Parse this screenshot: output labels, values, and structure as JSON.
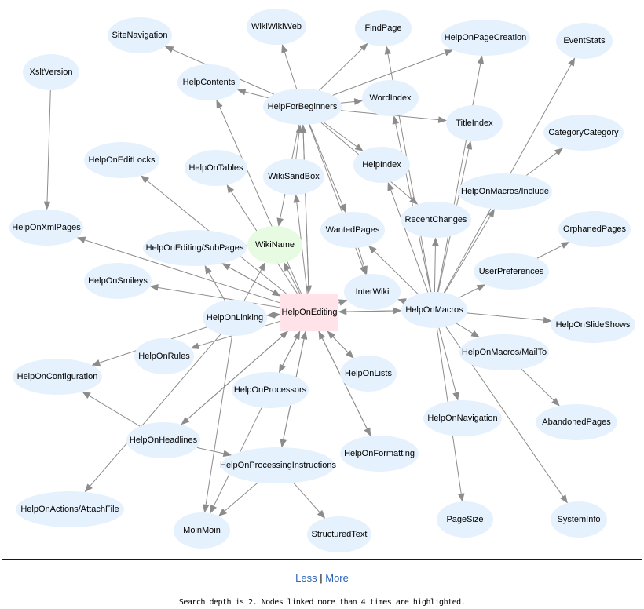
{
  "graph": {
    "highlight_color": "#ffe3e8",
    "center_color": "#ffe3e8",
    "visited_color": "#e7fbe2",
    "node_color": "#e5f1fd",
    "edge_color": "#8c8c8c",
    "border_color": "#0000cc",
    "nodes": [
      {
        "id": "HelpOnEditing",
        "label": "HelpOnEditing",
        "kind": "highlighted"
      },
      {
        "id": "WikiName",
        "label": "WikiName",
        "kind": "visited"
      },
      {
        "id": "SiteNavigation",
        "label": "SiteNavigation",
        "kind": "normal"
      },
      {
        "id": "WikiWikiWeb",
        "label": "WikiWikiWeb",
        "kind": "normal"
      },
      {
        "id": "FindPage",
        "label": "FindPage",
        "kind": "normal"
      },
      {
        "id": "HelpOnPageCreation",
        "label": "HelpOnPageCreation",
        "kind": "normal"
      },
      {
        "id": "EventStats",
        "label": "EventStats",
        "kind": "normal"
      },
      {
        "id": "XsltVersion",
        "label": "XsltVersion",
        "kind": "normal"
      },
      {
        "id": "HelpContents",
        "label": "HelpContents",
        "kind": "normal"
      },
      {
        "id": "HelpForBeginners",
        "label": "HelpForBeginners",
        "kind": "normal"
      },
      {
        "id": "WordIndex",
        "label": "WordIndex",
        "kind": "normal"
      },
      {
        "id": "TitleIndex",
        "label": "TitleIndex",
        "kind": "normal"
      },
      {
        "id": "CategoryCategory",
        "label": "CategoryCategory",
        "kind": "normal"
      },
      {
        "id": "HelpOnEditLocks",
        "label": "HelpOnEditLocks",
        "kind": "normal"
      },
      {
        "id": "HelpOnTables",
        "label": "HelpOnTables",
        "kind": "normal"
      },
      {
        "id": "WikiSandBox",
        "label": "WikiSandBox",
        "kind": "normal"
      },
      {
        "id": "HelpIndex",
        "label": "HelpIndex",
        "kind": "normal"
      },
      {
        "id": "HelpOnMacros/Include",
        "label": "HelpOnMacros/Include",
        "kind": "normal"
      },
      {
        "id": "HelpOnXmlPages",
        "label": "HelpOnXmlPages",
        "kind": "normal"
      },
      {
        "id": "HelpOnEditing/SubPages",
        "label": "HelpOnEditing/SubPages",
        "kind": "normal"
      },
      {
        "id": "WantedPages",
        "label": "WantedPages",
        "kind": "normal"
      },
      {
        "id": "RecentChanges",
        "label": "RecentChanges",
        "kind": "normal"
      },
      {
        "id": "OrphanedPages",
        "label": "OrphanedPages",
        "kind": "normal"
      },
      {
        "id": "HelpOnSmileys",
        "label": "HelpOnSmileys",
        "kind": "normal"
      },
      {
        "id": "UserPreferences",
        "label": "UserPreferences",
        "kind": "normal"
      },
      {
        "id": "InterWiki",
        "label": "InterWiki",
        "kind": "normal"
      },
      {
        "id": "HelpOnLinking",
        "label": "HelpOnLinking",
        "kind": "normal"
      },
      {
        "id": "HelpOnMacros",
        "label": "HelpOnMacros",
        "kind": "normal"
      },
      {
        "id": "HelpOnSlideShows",
        "label": "HelpOnSlideShows",
        "kind": "normal"
      },
      {
        "id": "HelpOnRules",
        "label": "HelpOnRules",
        "kind": "normal"
      },
      {
        "id": "HelpOnMacros/MailTo",
        "label": "HelpOnMacros/MailTo",
        "kind": "normal"
      },
      {
        "id": "HelpOnConfiguration",
        "label": "HelpOnConfiguration",
        "kind": "normal"
      },
      {
        "id": "HelpOnLists",
        "label": "HelpOnLists",
        "kind": "normal"
      },
      {
        "id": "HelpOnProcessors",
        "label": "HelpOnProcessors",
        "kind": "normal"
      },
      {
        "id": "HelpOnNavigation",
        "label": "HelpOnNavigation",
        "kind": "normal"
      },
      {
        "id": "AbandonedPages",
        "label": "AbandonedPages",
        "kind": "normal"
      },
      {
        "id": "HelpOnHeadlines",
        "label": "HelpOnHeadlines",
        "kind": "normal"
      },
      {
        "id": "HelpOnFormatting",
        "label": "HelpOnFormatting",
        "kind": "normal"
      },
      {
        "id": "HelpOnProcessingInstructions",
        "label": "HelpOnProcessingInstructions",
        "kind": "normal"
      },
      {
        "id": "HelpOnActions/AttachFile",
        "label": "HelpOnActions/AttachFile",
        "kind": "normal"
      },
      {
        "id": "MoinMoin",
        "label": "MoinMoin",
        "kind": "normal"
      },
      {
        "id": "StructuredText",
        "label": "StructuredText",
        "kind": "normal"
      },
      {
        "id": "PageSize",
        "label": "PageSize",
        "kind": "normal"
      },
      {
        "id": "SystemInfo",
        "label": "SystemInfo",
        "kind": "normal"
      }
    ],
    "edges": [
      [
        "HelpForBeginners",
        "SiteNavigation"
      ],
      [
        "HelpForBeginners",
        "WikiWikiWeb"
      ],
      [
        "HelpForBeginners",
        "FindPage"
      ],
      [
        "HelpForBeginners",
        "HelpOnPageCreation"
      ],
      [
        "HelpForBeginners",
        "HelpContents"
      ],
      [
        "HelpForBeginners",
        "WordIndex"
      ],
      [
        "HelpForBeginners",
        "TitleIndex"
      ],
      [
        "HelpForBeginners",
        "HelpIndex"
      ],
      [
        "HelpForBeginners",
        "RecentChanges"
      ],
      [
        "HelpForBeginners",
        "WantedPages"
      ],
      [
        "HelpForBeginners",
        "WikiName"
      ],
      [
        "HelpForBeginners",
        "HelpOnEditing"
      ],
      [
        "HelpForBeginners",
        "InterWiki"
      ],
      [
        "WikiSandBox",
        "HelpForBeginners"
      ],
      [
        "HelpOnEditing",
        "HelpForBeginners"
      ],
      [
        "HelpOnEditing",
        "WikiSandBox"
      ],
      [
        "HelpOnEditing",
        "HelpContents"
      ],
      [
        "HelpOnEditing",
        "HelpOnEditLocks"
      ],
      [
        "HelpOnEditing",
        "HelpOnTables"
      ],
      [
        "HelpOnEditing",
        "HelpOnXmlPages"
      ],
      [
        "HelpOnEditing",
        "HelpOnEditing/SubPages"
      ],
      [
        "HelpOnEditing",
        "WikiName"
      ],
      [
        "HelpOnEditing",
        "HelpOnSmileys"
      ],
      [
        "HelpOnEditing",
        "HelpOnLinking"
      ],
      [
        "HelpOnEditing",
        "InterWiki"
      ],
      [
        "HelpOnEditing",
        "HelpOnMacros"
      ],
      [
        "HelpOnEditing",
        "HelpOnRules"
      ],
      [
        "HelpOnEditing",
        "HelpOnLists"
      ],
      [
        "HelpOnEditing",
        "HelpOnProcessors"
      ],
      [
        "HelpOnEditing",
        "HelpOnHeadlines"
      ],
      [
        "HelpOnEditing",
        "HelpOnFormatting"
      ],
      [
        "HelpOnEditing",
        "HelpOnProcessingInstructions"
      ],
      [
        "HelpOnLinking",
        "HelpOnEditing"
      ],
      [
        "HelpOnLinking",
        "HelpOnEditing/SubPages"
      ],
      [
        "HelpOnLinking",
        "WikiName"
      ],
      [
        "HelpOnLinking",
        "HelpOnConfiguration"
      ],
      [
        "HelpOnLinking",
        "HelpOnActions/AttachFile"
      ],
      [
        "HelpOnLinking",
        "MoinMoin"
      ],
      [
        "HelpOnEditing/SubPages",
        "WikiName"
      ],
      [
        "HelpOnEditing/SubPages",
        "HelpOnEditing"
      ],
      [
        "XsltVersion",
        "HelpOnXmlPages"
      ],
      [
        "HelpOnMacros",
        "HelpOnEditing"
      ],
      [
        "HelpOnMacros",
        "FindPage"
      ],
      [
        "HelpOnMacros",
        "HelpOnPageCreation"
      ],
      [
        "HelpOnMacros",
        "EventStats"
      ],
      [
        "HelpOnMacros",
        "WordIndex"
      ],
      [
        "HelpOnMacros",
        "TitleIndex"
      ],
      [
        "HelpOnMacros",
        "HelpIndex"
      ],
      [
        "HelpOnMacros",
        "RecentChanges"
      ],
      [
        "HelpOnMacros",
        "HelpOnMacros/Include"
      ],
      [
        "HelpOnMacros",
        "WantedPages"
      ],
      [
        "HelpOnMacros",
        "InterWiki"
      ],
      [
        "HelpOnMacros",
        "UserPreferences"
      ],
      [
        "HelpOnMacros",
        "HelpOnSlideShows"
      ],
      [
        "HelpOnMacros",
        "HelpOnMacros/MailTo"
      ],
      [
        "HelpOnMacros",
        "HelpOnNavigation"
      ],
      [
        "HelpOnMacros",
        "PageSize"
      ],
      [
        "HelpOnMacros",
        "SystemInfo"
      ],
      [
        "HelpOnMacros/Include",
        "CategoryCategory"
      ],
      [
        "UserPreferences",
        "OrphanedPages"
      ],
      [
        "HelpOnMacros/MailTo",
        "AbandonedPages"
      ],
      [
        "WantedPages",
        "InterWiki"
      ],
      [
        "HelpOnHeadlines",
        "HelpOnEditing"
      ],
      [
        "HelpOnHeadlines",
        "HelpOnConfiguration"
      ],
      [
        "HelpOnHeadlines",
        "HelpOnProcessingInstructions"
      ],
      [
        "HelpOnProcessors",
        "HelpOnEditing"
      ],
      [
        "HelpOnProcessors",
        "MoinMoin"
      ],
      [
        "HelpOnProcessingInstructions",
        "HelpOnEditing"
      ],
      [
        "HelpOnProcessingInstructions",
        "MoinMoin"
      ],
      [
        "HelpOnProcessingInstructions",
        "StructuredText"
      ],
      [
        "HelpOnLists",
        "HelpOnEditing"
      ],
      [
        "HelpOnFormatting",
        "HelpOnEditing"
      ]
    ]
  },
  "navigation": {
    "less_label": "Less",
    "separator": "|",
    "more_label": "More"
  },
  "status": {
    "text": "Search depth is 2. Nodes linked more than 4 times are highlighted."
  }
}
